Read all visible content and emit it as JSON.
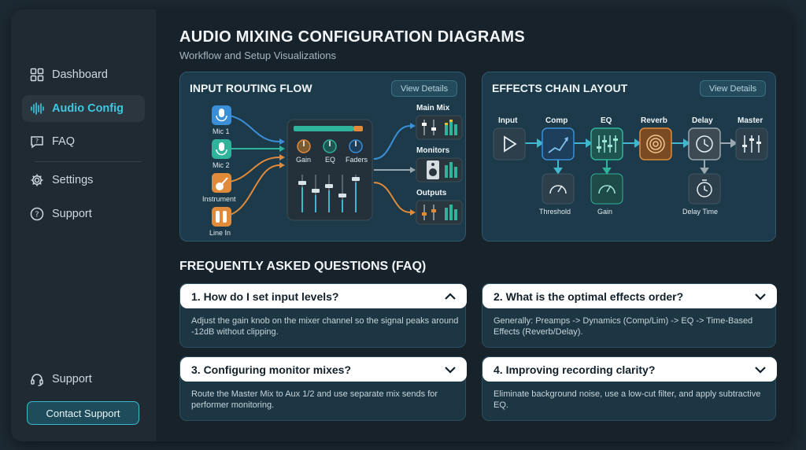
{
  "sidebar": {
    "items": [
      {
        "label": "Dashboard",
        "icon": "dashboard-icon"
      },
      {
        "label": "Audio Config",
        "icon": "waveform-icon",
        "active": true
      },
      {
        "label": "FAQ",
        "icon": "chat-question-icon"
      },
      {
        "label": "Settings",
        "icon": "gear-icon"
      },
      {
        "label": "Support",
        "icon": "question-circle-icon"
      }
    ],
    "bottom_support": {
      "label": "Support",
      "icon": "headset-icon"
    },
    "contact_button": "Contact Support"
  },
  "header": {
    "title": "AUDIO MIXING CONFIGURATION DIAGRAMS",
    "subtitle": "Workflow and Setup Visualizations"
  },
  "routing": {
    "title": "INPUT ROUTING FLOW",
    "view_details": "View Details",
    "inputs": [
      "Mic 1",
      "Mic 2",
      "Instrument",
      "Line In"
    ],
    "mixer_labels": [
      "Gain",
      "EQ",
      "Faders"
    ],
    "outputs": [
      "Main Mix",
      "Monitors",
      "Outputs"
    ]
  },
  "effects": {
    "title": "EFFECTS CHAIN LAYOUT",
    "view_details": "View Details",
    "chain": [
      "Input",
      "Comp",
      "EQ",
      "Reverb",
      "Delay",
      "Master"
    ],
    "sub": {
      "threshold": "Threshold",
      "gain": "Gain",
      "delay_time": "Delay Time"
    }
  },
  "faq": {
    "heading": "FREQUENTLY ASKED QUESTIONS (FAQ)",
    "items": [
      {
        "q": "1. How do I set input levels?",
        "a": "Adjust the gain knob on the mixer channel so the signal peaks around -12dB without clipping.",
        "expanded": true
      },
      {
        "q": "2. What is the optimal effects order?",
        "a": "Generally: Preamps -> Dynamics (Comp/Lim) -> EQ -> Time-Based Effects (Reverb/Delay).",
        "expanded": false
      },
      {
        "q": "3. Configuring monitor mixes?",
        "a": "Route the Master Mix to Aux 1/2 and use separate mix sends for performer monitoring.",
        "expanded": false
      },
      {
        "q": "4. Improving recording clarity?",
        "a": "Eliminate background noise, use a low-cut filter, and apply subtractive EQ.",
        "expanded": false
      }
    ]
  },
  "colors": {
    "accent": "#3fc8e0",
    "panel": "#1c3a4a",
    "mic": "#3a8fd6",
    "mic2": "#2fb39a",
    "instrument": "#e08a3a",
    "reverb": "#e0893a"
  }
}
